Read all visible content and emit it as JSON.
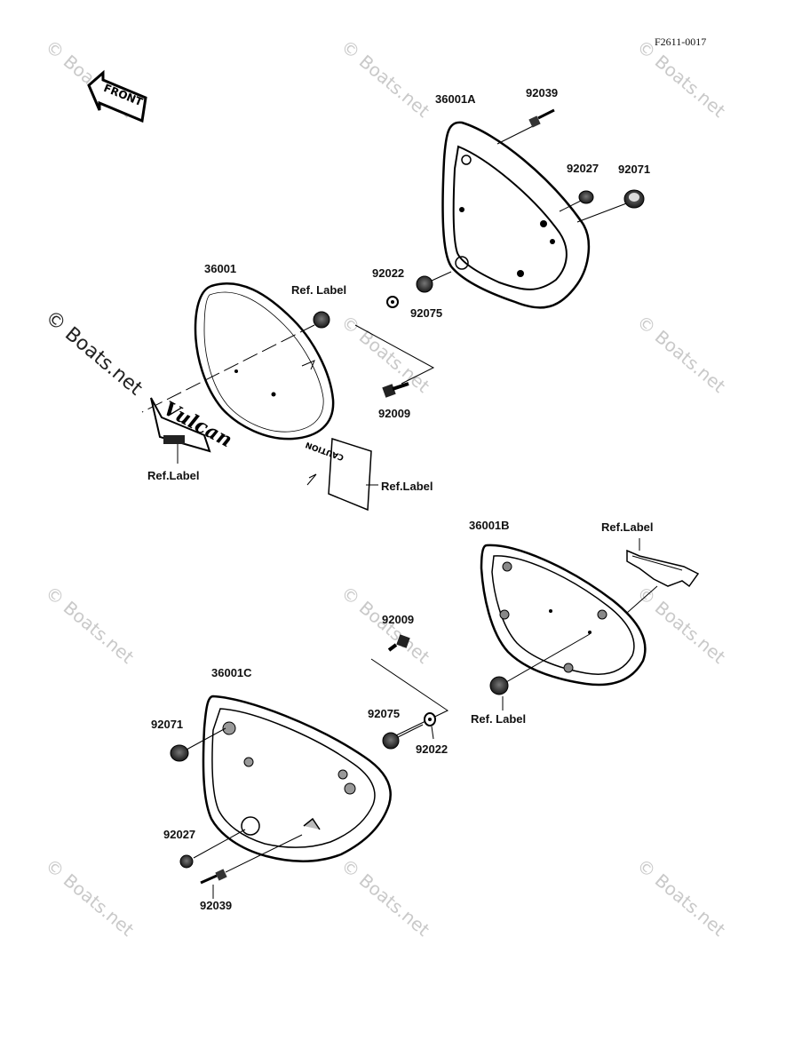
{
  "figure_id": "F2611-0017",
  "front_arrow_text": "FRONT",
  "caution_label_text": "CAUTION",
  "emblem_text": "Vulcan",
  "watermark": "© Boats.net",
  "callouts": {
    "p36001A": "36001A",
    "p92039_top": "92039",
    "p92027_top": "92027",
    "p92071_top": "92071",
    "p36001": "36001",
    "ref_label_grommet": "Ref. Label",
    "p92022_top": "92022",
    "p92075_top": "92075",
    "p92009_top": "92009",
    "ref_label_emblem": "Ref.Label",
    "ref_label_caution": "Ref.Label",
    "p36001B": "36001B",
    "ref_label_bracket": "Ref.Label",
    "p92009_bottom": "92009",
    "ref_label_grommet_b": "Ref.  Label",
    "p36001C": "36001C",
    "p92071_bottom": "92071",
    "p92075_bottom": "92075",
    "p92022_bottom": "92022",
    "p92027_bottom": "92027",
    "p92039_bottom": "92039"
  }
}
